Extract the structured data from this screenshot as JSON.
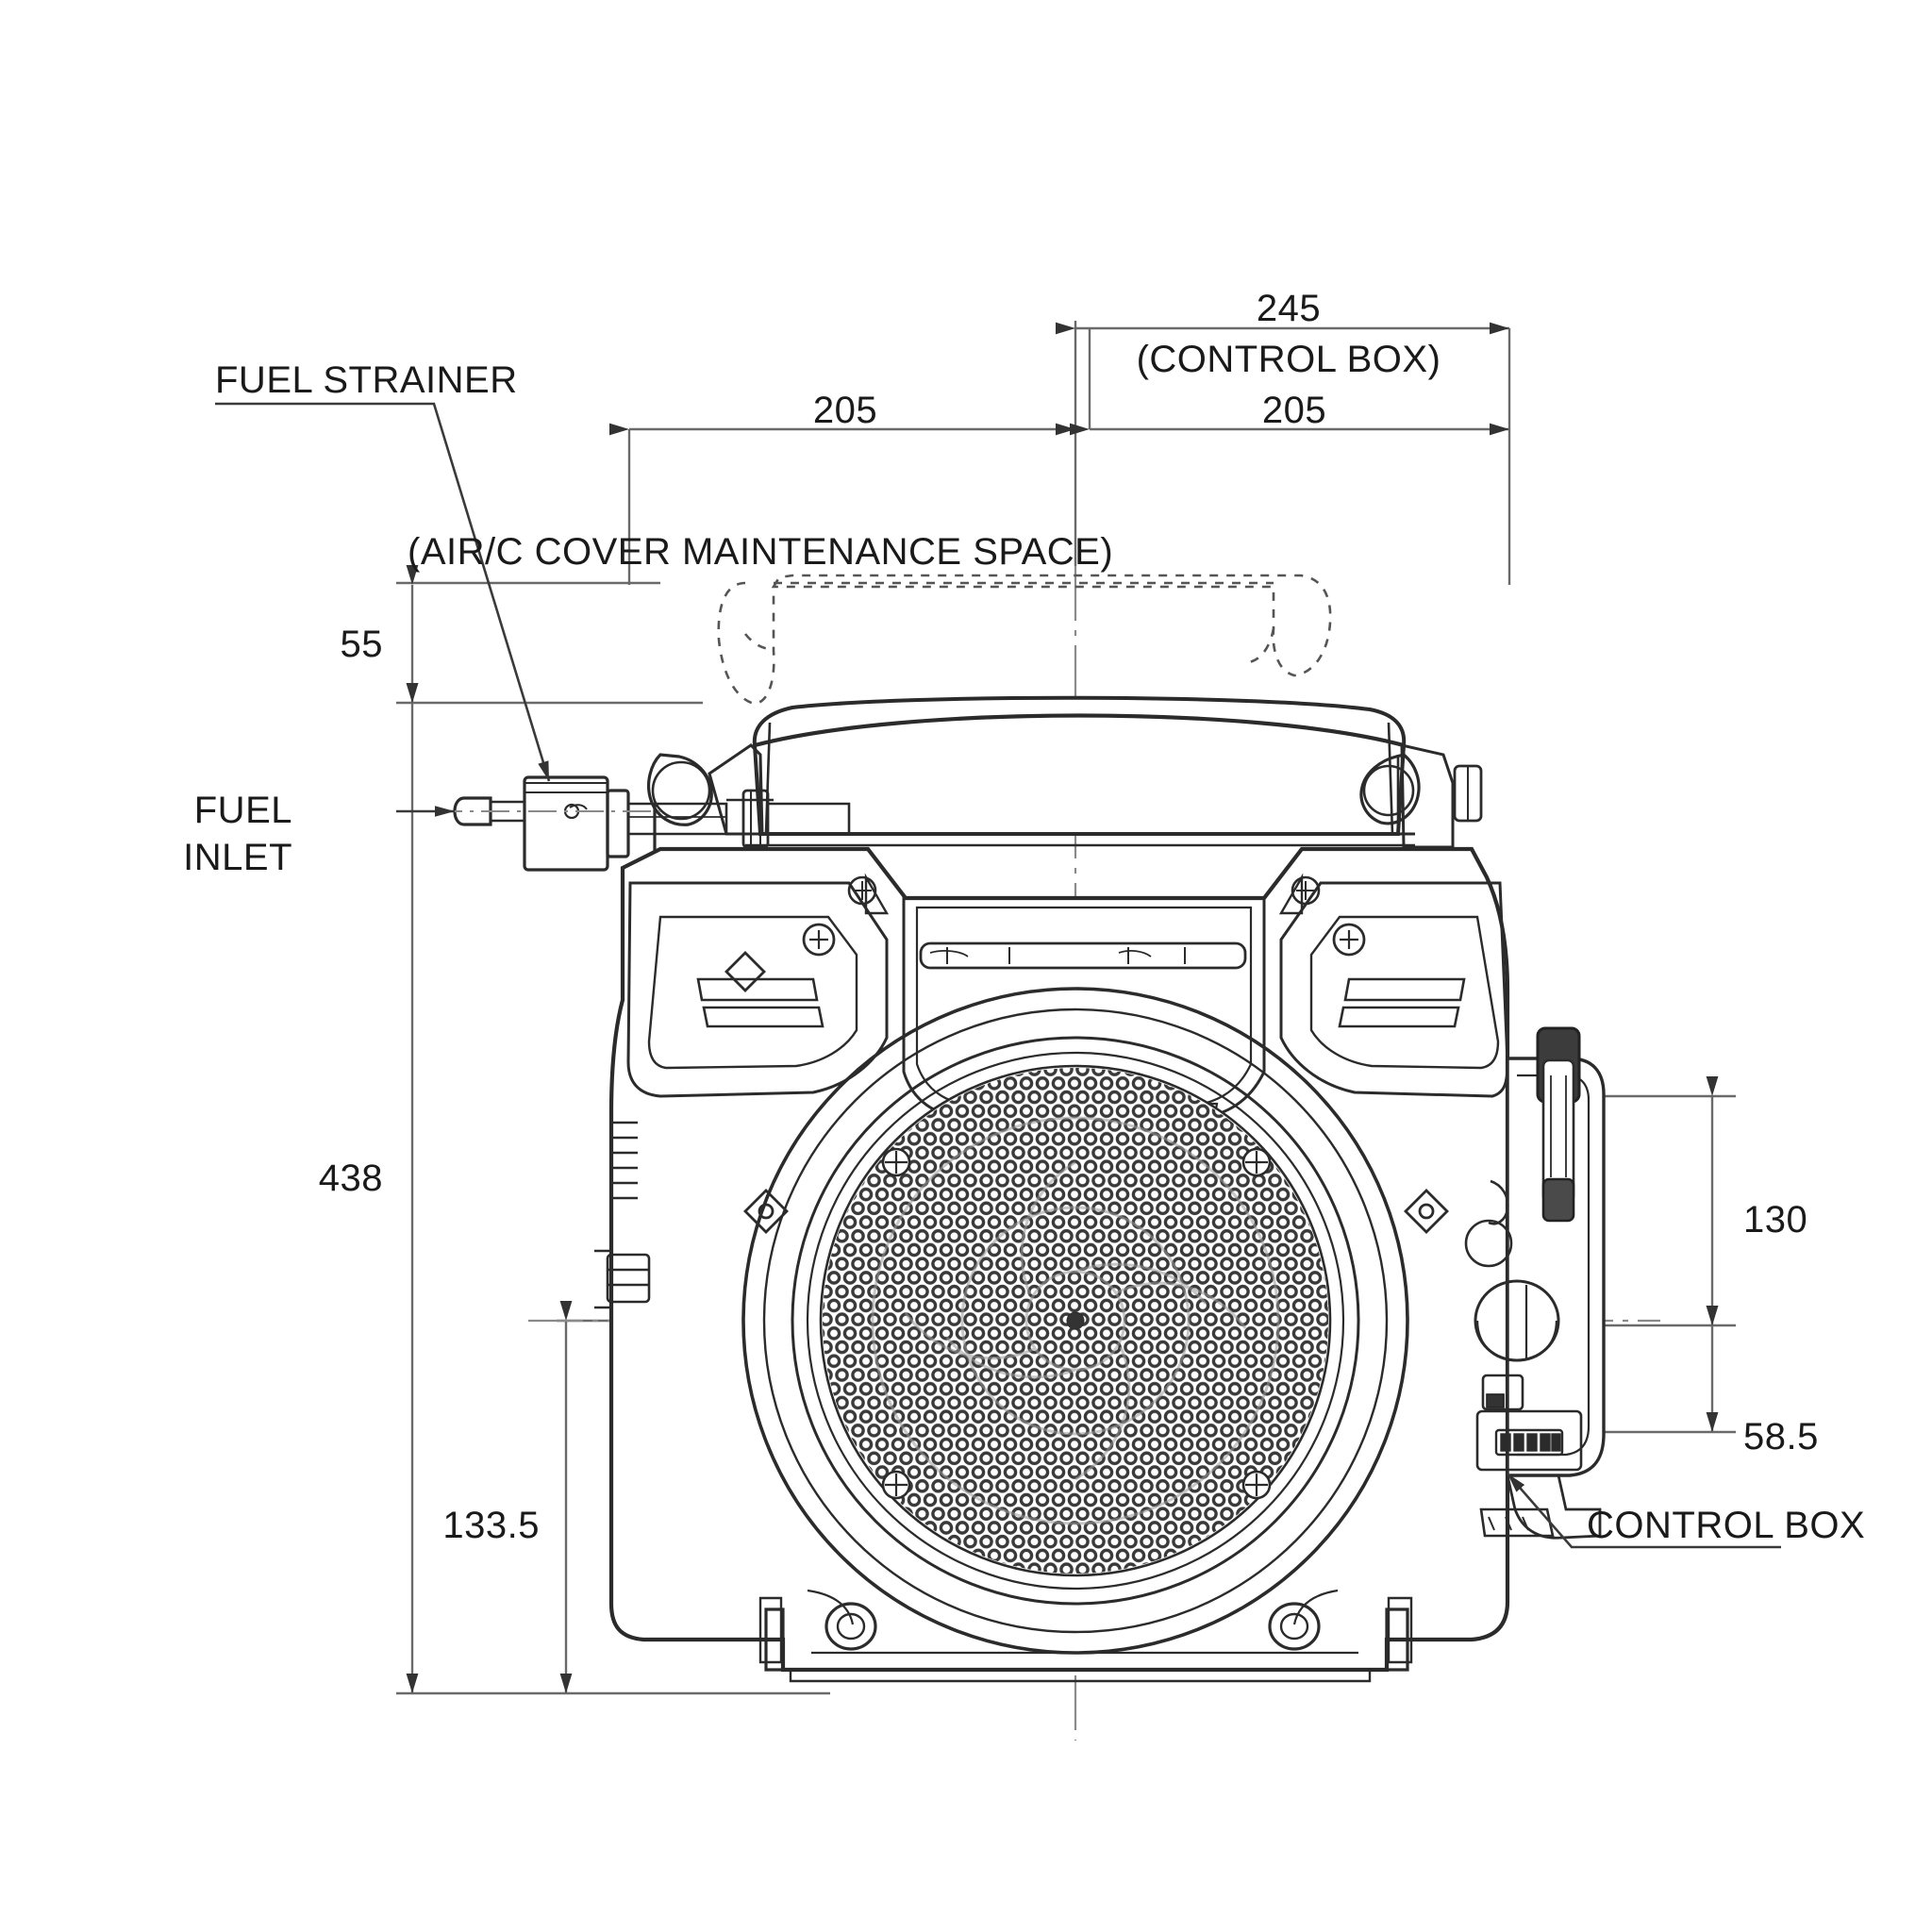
{
  "drawing": {
    "type": "engine-dimensional-drawing",
    "view": "front elevation",
    "units": "mm",
    "line_color": "#2b2b2b",
    "dim_color": "#555555",
    "background": "#ffffff"
  },
  "dimensions": {
    "overall_height": "438",
    "air_cleaner_maintenance_space_height": "55",
    "crank_centerline_height": "133.5",
    "left_half_width": "205",
    "right_half_width": "205",
    "control_box_width": "245",
    "control_box_upper": "130",
    "control_box_lower": "58.5"
  },
  "labels": {
    "fuel_strainer": "FUEL STRAINER",
    "air_cover_space": "(AIR/C COVER MAINTENANCE SPACE)",
    "fuel_inlet_line1": "FUEL",
    "fuel_inlet_line2": "INLET",
    "control_box_note": "(CONTROL BOX)",
    "control_box_leader": "CONTROL BOX"
  }
}
